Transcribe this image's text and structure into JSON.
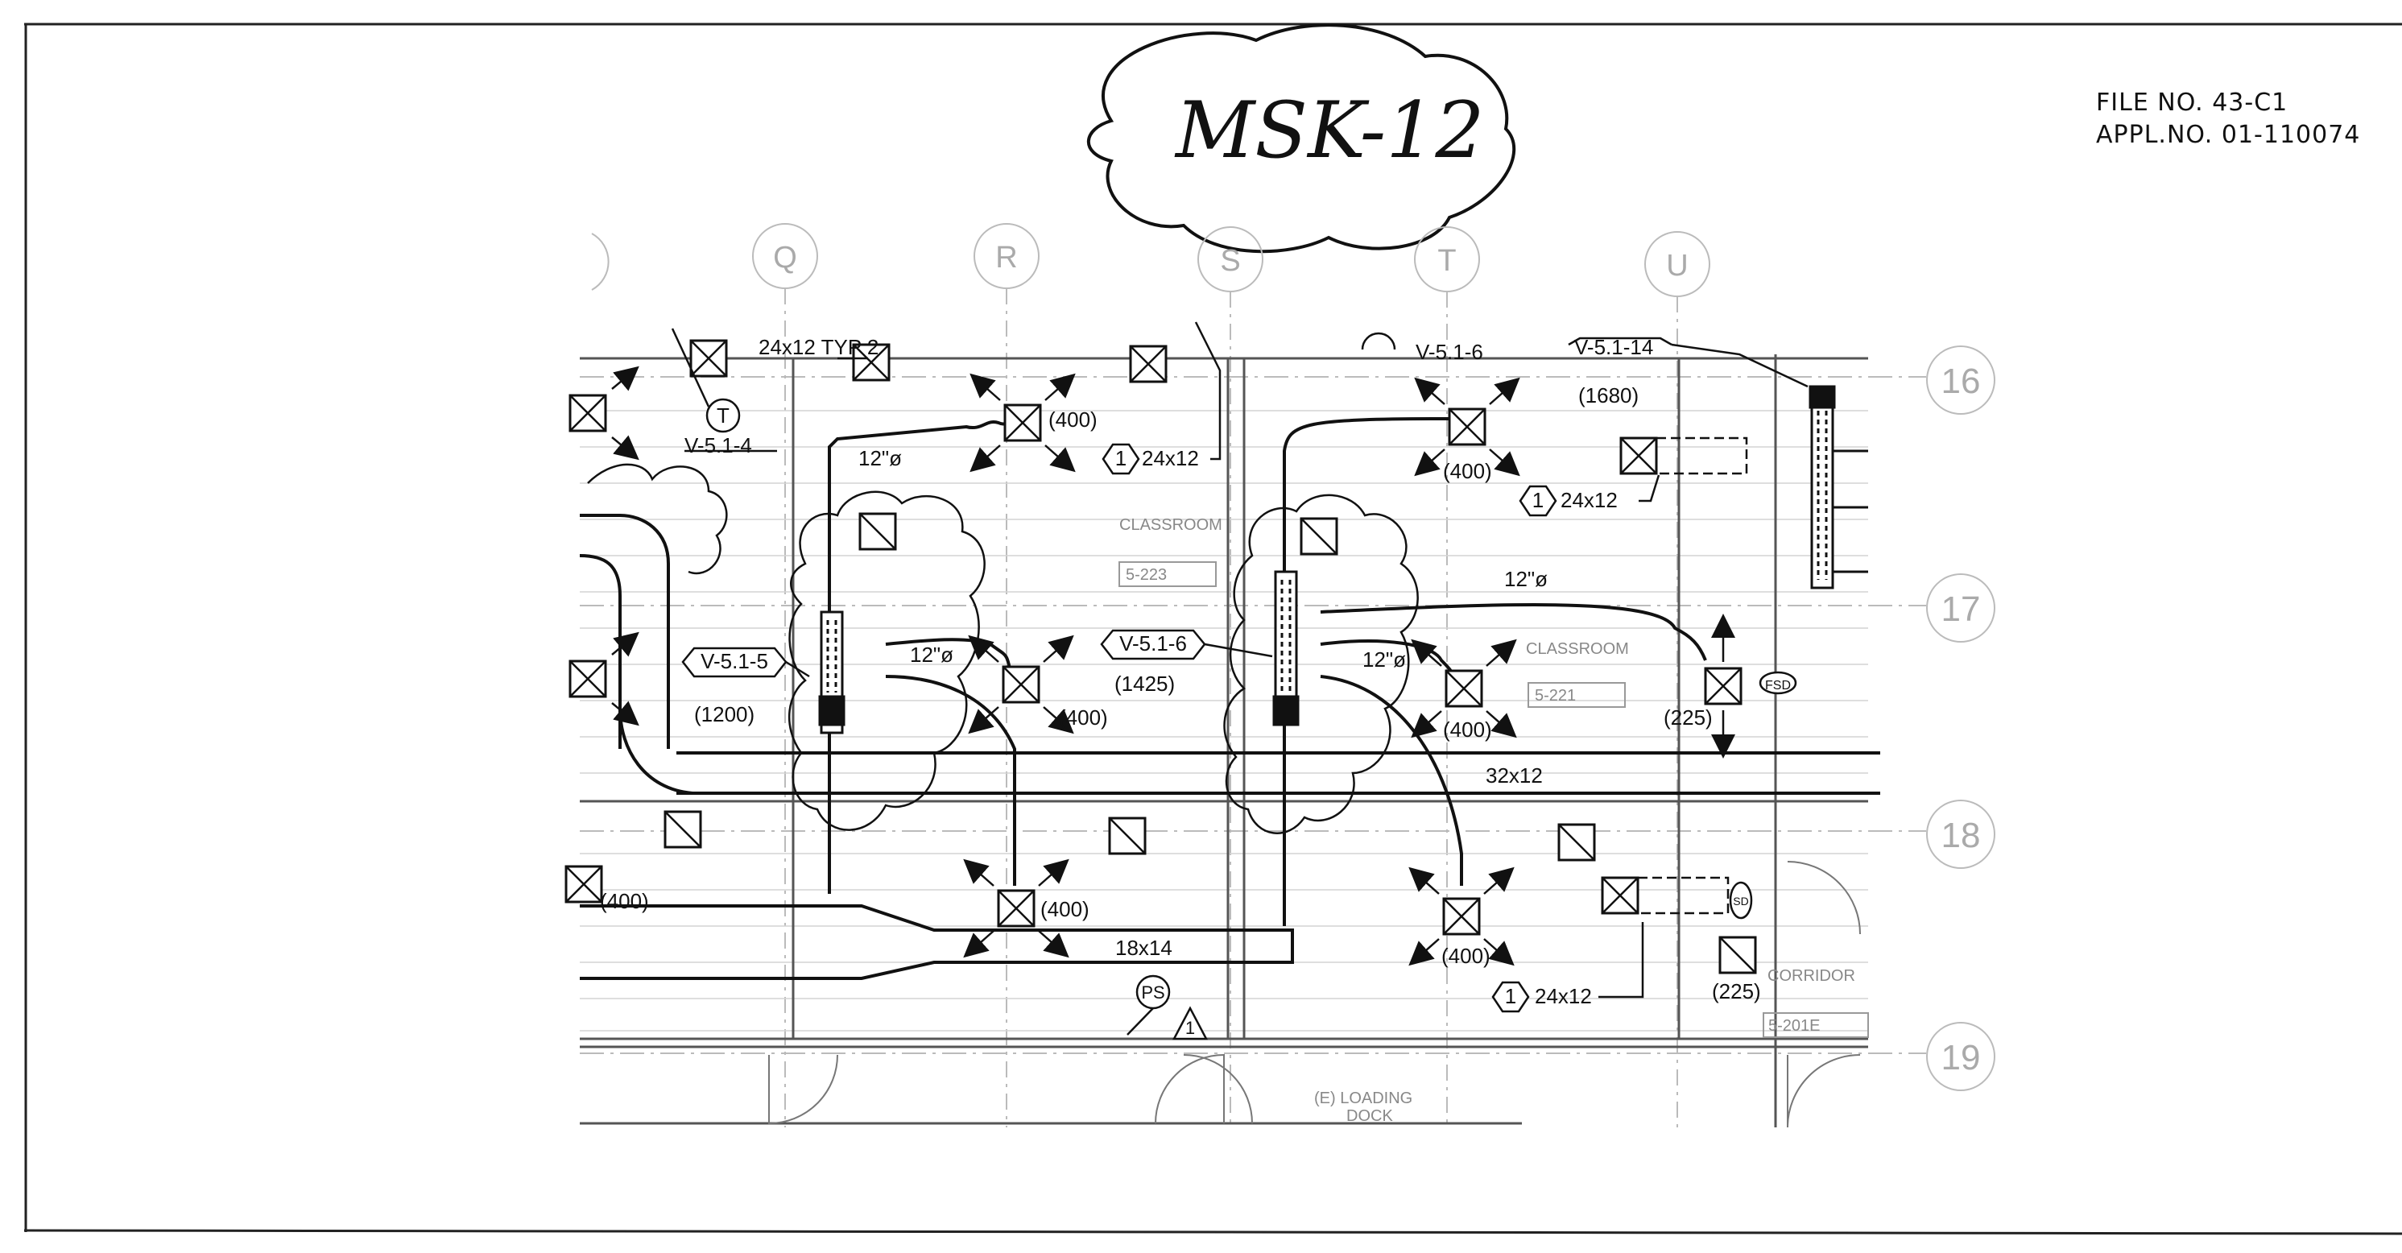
{
  "sheet": {
    "handwritten_tag": "MSK-12",
    "file_no": "FILE NO. 43-C1",
    "appl_no": "APPL.NO. 01-110074"
  },
  "grid": {
    "columns": [
      "Q",
      "R",
      "S",
      "T",
      "U"
    ],
    "rows": [
      "16",
      "17",
      "18",
      "19"
    ]
  },
  "tags": {
    "t": "T",
    "v514": "V-5.1-4",
    "v515": "V-5.1-5",
    "v516a": "V-5.1-6",
    "v516b": "V-5.1-6",
    "v5114": "V-5.1-14",
    "typ": "24x12 TYP 2",
    "n1": "1",
    "ps": "PS",
    "fsd": "FSD",
    "sd": "SD"
  },
  "flows": {
    "f1200": "(1200)",
    "f1425": "(1425)",
    "f1680": "(1680)",
    "f400a": "(400)",
    "f400b": "(400)",
    "f400c": "(400)",
    "f400d": "(400)",
    "f400e": "(400)",
    "f400f": "(400)",
    "f400g": "(400)",
    "f225a": "(225)",
    "f225b": "(225)"
  },
  "ducts": {
    "d12a": "12\"ø",
    "d12b": "12\"ø",
    "d12c": "12\"ø",
    "d12d": "12\"ø",
    "d2412a": "24x12",
    "d2412b": "24x12",
    "d2412c": "24x12",
    "main": "32x12",
    "branch": "18x14"
  },
  "rooms": {
    "classroom_a": "CLASSROOM",
    "room_a": "5-223",
    "classroom_b": "CLASSROOM",
    "room_b": "5-221",
    "corridor": "CORRIDOR",
    "room_c": "5-201E",
    "loading": "(E) LOADING",
    "dock": "DOCK"
  }
}
